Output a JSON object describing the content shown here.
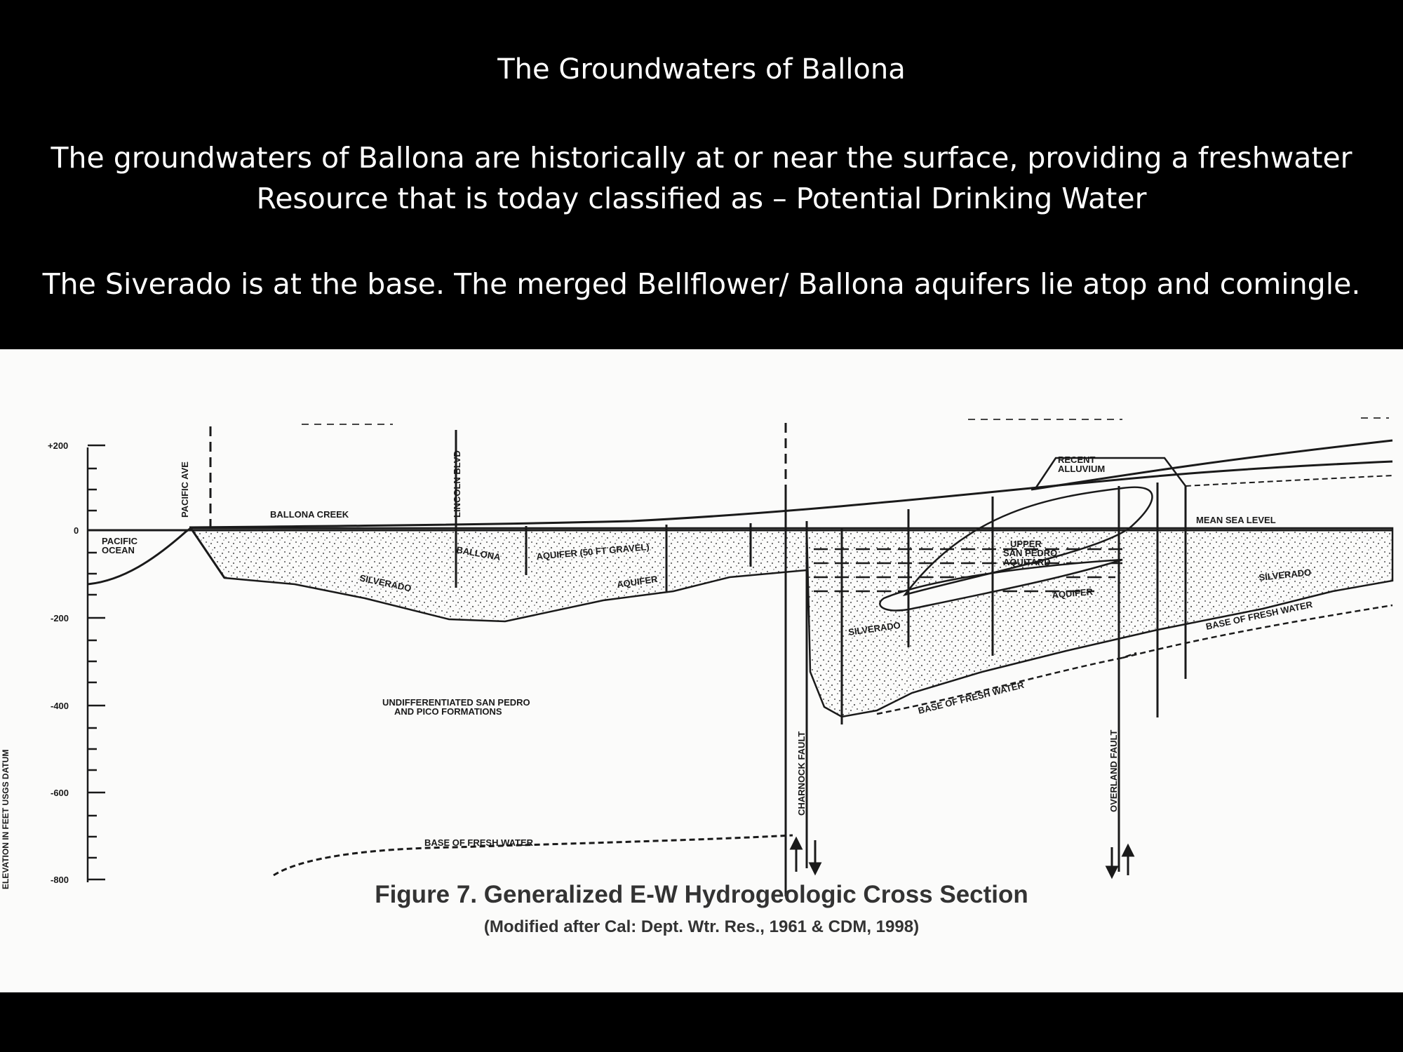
{
  "slide": {
    "title": "The Groundwaters of Ballona",
    "paragraph_1_line_1": "The groundwaters of Ballona are historically at or near the surface, providing a freshwater",
    "paragraph_1_line_2": "Resource that is today classified as – Potential Drinking Water",
    "paragraph_2": "The Siverado is at the base.  The merged Bellflower/ Ballona aquifers lie atop and comingle."
  },
  "figure": {
    "caption": "Figure 7. Generalized E-W Hydrogeologic Cross Section",
    "sub_caption": "(Modified after Cal: Dept. Wtr. Res., 1961 & CDM, 1998)",
    "axis_title": "ELEVATION IN FEET USGS DATUM",
    "ticks": [
      "+200",
      "0",
      "-200",
      "-400",
      "-600",
      "-800"
    ],
    "labels": {
      "pacific_ave": "PACIFIC AVE",
      "lincoln_blvd": "LINCOLN BLVD",
      "ballona_creek": "BALLONA CREEK",
      "pacific": "PACIFIC",
      "ocean": "OCEAN",
      "ballona": "BALLONA",
      "aquifer_50ft": "AQUIFER (50 FT GRAVEL)",
      "silverado_left": "SILVERADO",
      "aquifer_mid": "AQUIFER",
      "undiff_1": "UNDIFFERENTIATED SAN PEDRO",
      "undiff_2": "AND PICO FORMATIONS",
      "base_fresh_bottom": "BASE OF FRESH WATER",
      "charnock_fault": "CHARNOCK FAULT",
      "overland_fault": "OVERLAND FAULT",
      "recent": "RECENT",
      "alluvium": "ALLUVIUM",
      "mean_sea_level": "MEAN SEA LEVEL",
      "upper": "UPPER",
      "san_pedro": "SAN PEDRO",
      "aquitard": "AQUITARD",
      "aquifer_right": "AQUIFER",
      "silverado_mid": "SILVERADO",
      "silverado_right": "SILVERADO",
      "base_fresh_mid": "BASE OF FRESH WATER",
      "base_fresh_right": "BASE OF FRESH WATER"
    },
    "colors": {
      "ink": "#1a1a1a",
      "paper": "#fbfbfa",
      "stipple": "#555555"
    }
  }
}
